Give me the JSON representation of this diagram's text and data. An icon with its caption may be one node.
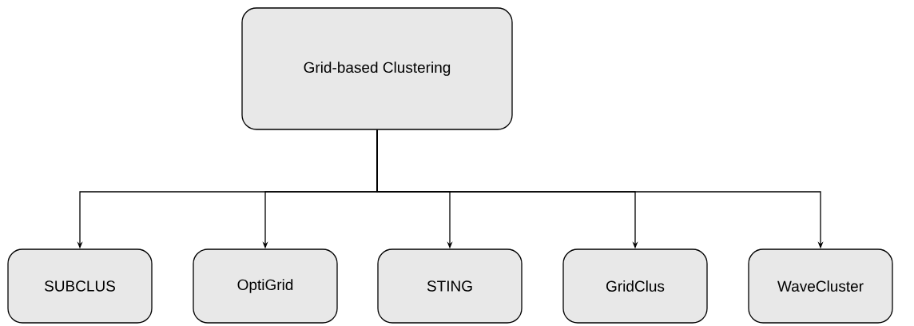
{
  "diagram": {
    "nodes": [
      {
        "text": [
          "Grid-based Clustering"
        ]
      },
      {
        "text": [
          "SUBCLUS"
        ]
      },
      {
        "text": [
          "OptiGrid"
        ]
      },
      {
        "text": [
          "STING"
        ]
      },
      {
        "text": [
          "GridClus"
        ]
      },
      {
        "text": [
          "WaveCluster"
        ]
      }
    ],
    "edges": [
      {
        "from": 0,
        "to": 1,
        "arrow": "to"
      },
      {
        "from": 0,
        "to": 2,
        "arrow": "to"
      },
      {
        "from": 0,
        "to": 3,
        "arrow": "to"
      },
      {
        "from": 0,
        "to": 4,
        "arrow": "to"
      },
      {
        "from": 0,
        "to": 5,
        "arrow": "to"
      }
    ]
  }
}
